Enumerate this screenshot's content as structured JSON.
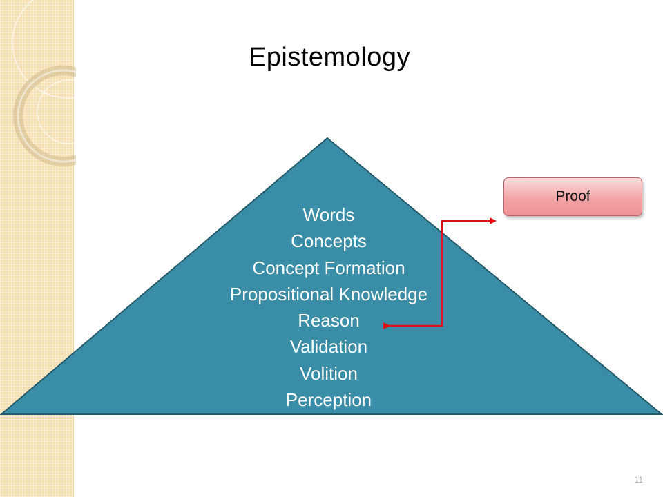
{
  "slide": {
    "title": "Epistemology",
    "slide_number": "11"
  },
  "pyramid": {
    "items": [
      "Words",
      "Concepts",
      "Concept Formation",
      "Propositional Knowledge",
      "Reason",
      "Validation",
      "Volition",
      "Perception"
    ],
    "fill_color": "#3a8da7",
    "outline_color": "#245b6b"
  },
  "proof_box": {
    "label": "Proof"
  },
  "connector": {
    "color": "#e01010"
  },
  "theme": {
    "side_band_color": "#f5deb0"
  }
}
